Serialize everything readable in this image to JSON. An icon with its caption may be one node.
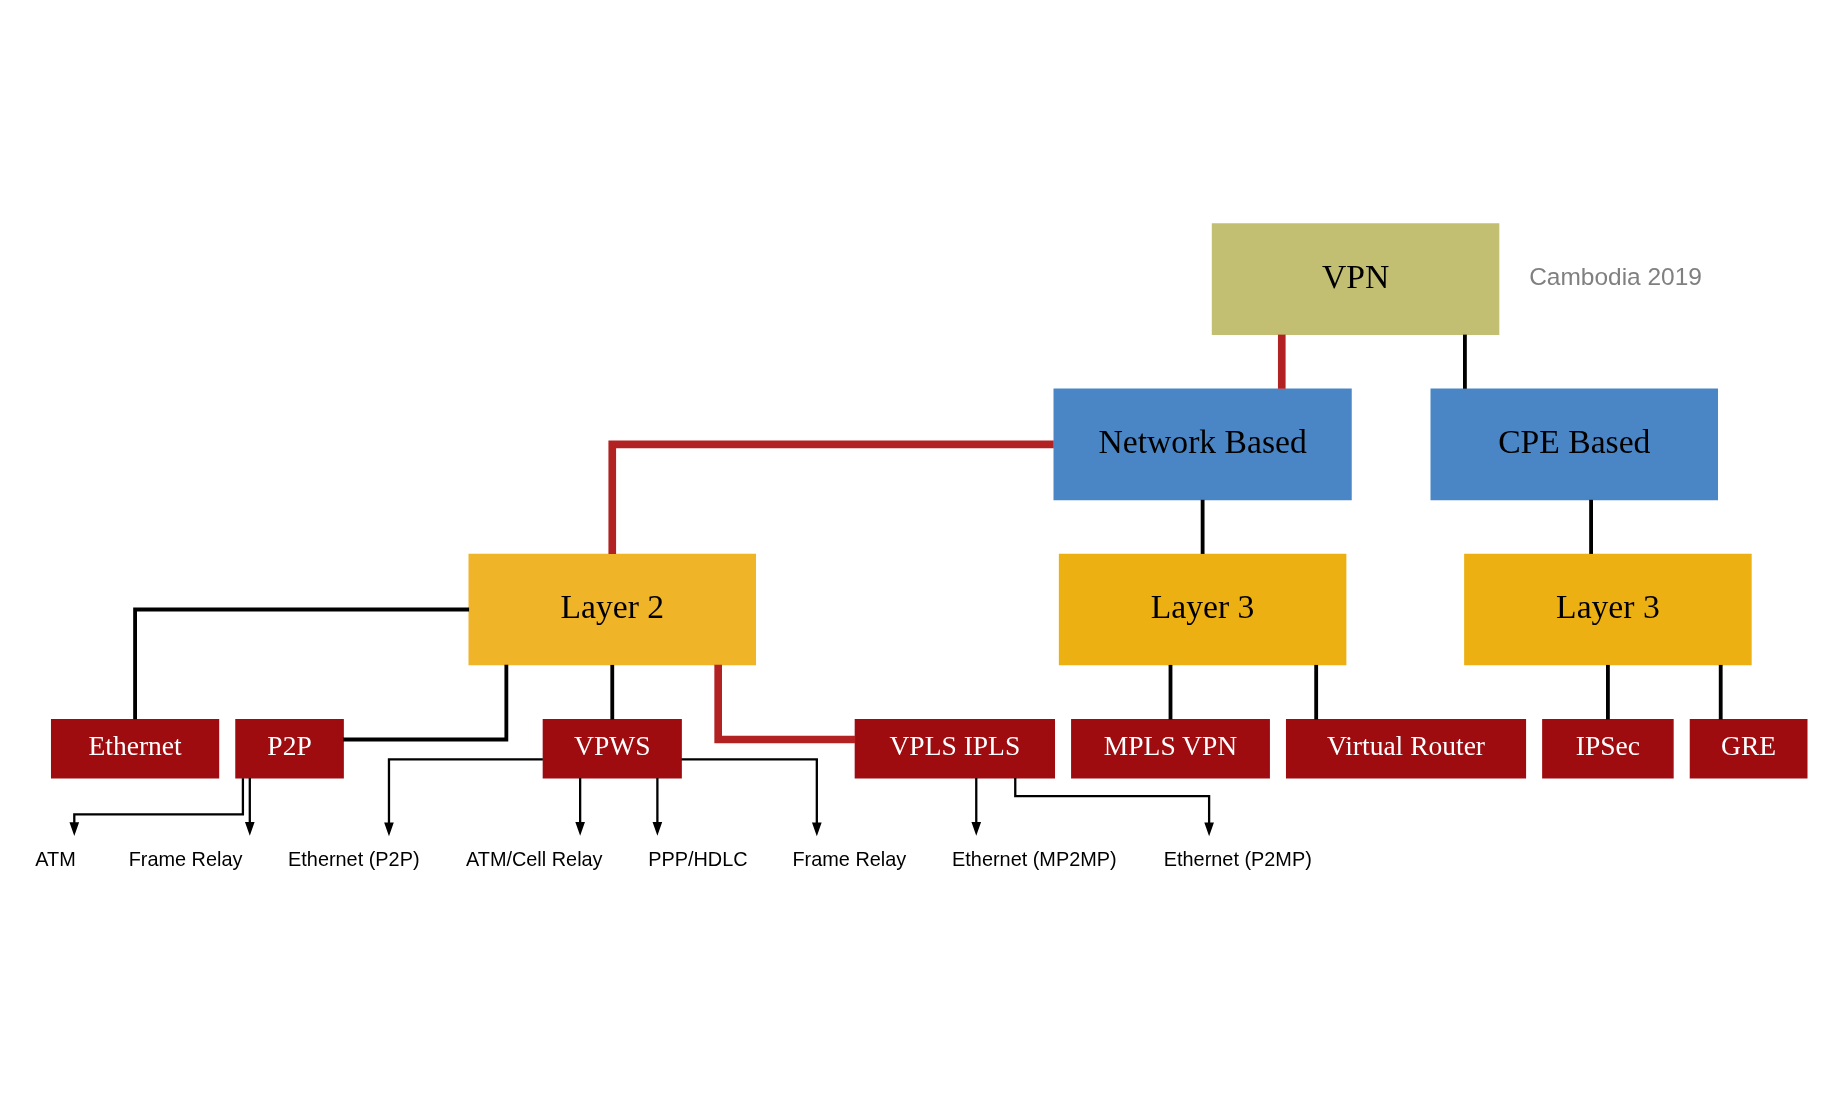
{
  "diagram": {
    "nodes": [
      {
        "text": [
          "VPN"
        ]
      },
      {
        "text": [
          "Network Based"
        ]
      },
      {
        "text": [
          "CPE Based"
        ]
      },
      {
        "text": [
          "Layer 2"
        ]
      },
      {
        "text": [
          "Layer 3"
        ]
      },
      {
        "text": [
          "Layer 3"
        ]
      },
      {
        "text": [
          "Ethernet"
        ]
      },
      {
        "text": [
          "P2P"
        ]
      },
      {
        "text": [
          "VPWS"
        ]
      },
      {
        "text": [
          "VPLS IPLS"
        ]
      },
      {
        "text": [
          "MPLS VPN"
        ]
      },
      {
        "text": [
          "Virtual Router"
        ]
      },
      {
        "text": [
          "IPSec"
        ]
      },
      {
        "text": [
          "GRE"
        ]
      },
      {
        "text": [
          "ATM"
        ]
      },
      {
        "text": [
          "Frame Relay"
        ]
      },
      {
        "text": [
          "Ethernet (P2P)"
        ]
      },
      {
        "text": [
          "ATM/Cell Relay"
        ]
      },
      {
        "text": [
          "PPP/HDLC"
        ]
      },
      {
        "text": [
          "Frame Relay"
        ]
      },
      {
        "text": [
          "Ethernet (MP2MP)"
        ]
      },
      {
        "text": [
          "Ethernet (P2MP)"
        ]
      }
    ],
    "edges": [
      {
        "from": 0,
        "to": 1,
        "arrow": "none",
        "style": "thick",
        "color": "#b22222"
      },
      {
        "from": 0,
        "to": 2,
        "arrow": "none"
      },
      {
        "from": 1,
        "to": 3,
        "arrow": "none",
        "style": "thick",
        "color": "#b22222"
      },
      {
        "from": 1,
        "to": 4,
        "arrow": "none"
      },
      {
        "from": 2,
        "to": 5,
        "arrow": "none"
      },
      {
        "from": 3,
        "to": 6,
        "arrow": "none"
      },
      {
        "from": 3,
        "to": 7,
        "arrow": "none"
      },
      {
        "from": 3,
        "to": 8,
        "arrow": "none"
      },
      {
        "from": 3,
        "to": 9,
        "arrow": "none",
        "style": "thick",
        "color": "#b22222"
      },
      {
        "from": 4,
        "to": 10,
        "arrow": "none"
      },
      {
        "from": 4,
        "to": 11,
        "arrow": "none"
      },
      {
        "from": 5,
        "to": 12,
        "arrow": "none"
      },
      {
        "from": 5,
        "to": 13,
        "arrow": "none"
      },
      {
        "from": 7,
        "to": 14,
        "arrow": "to"
      },
      {
        "from": 7,
        "to": 15,
        "arrow": "to"
      },
      {
        "from": 8,
        "to": 16,
        "arrow": "to"
      },
      {
        "from": 8,
        "to": 17,
        "arrow": "to"
      },
      {
        "from": 8,
        "to": 18,
        "arrow": "to"
      },
      {
        "from": 8,
        "to": 19,
        "arrow": "to"
      },
      {
        "from": 9,
        "to": 20,
        "arrow": "to"
      },
      {
        "from": 9,
        "to": 21,
        "arrow": "to"
      }
    ],
    "labels": [
      "Cambodia 2019"
    ]
  }
}
